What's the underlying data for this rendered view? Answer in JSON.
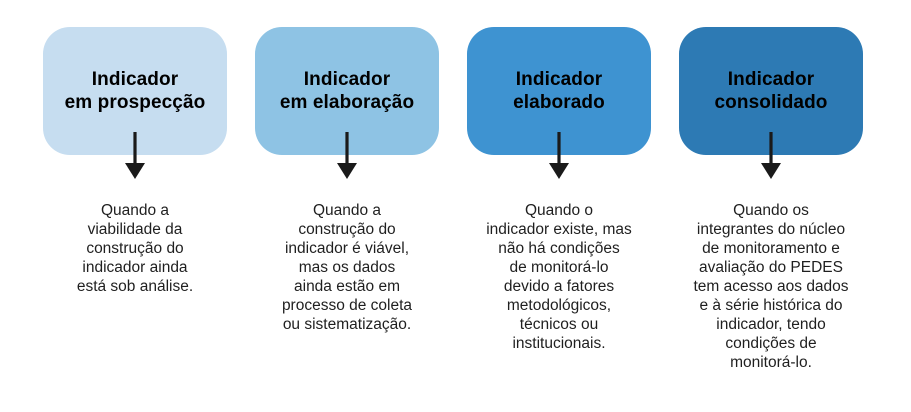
{
  "diagram": {
    "background_color": "#ffffff",
    "arrow_color": "#1a1a1a",
    "title_color": "#000000",
    "text_color": "#1f1f1f",
    "stages": [
      {
        "title": "Indicador\nem prospecção",
        "description": "Quando a\nviabilidade da\nconstrução do\nindicador ainda\nestá sob análise.",
        "box_color": "#c6ddf0"
      },
      {
        "title": "Indicador\nem elaboração",
        "description": "Quando a\nconstrução do\nindicador é viável,\nmas os dados\nainda estão em\nprocesso de coleta\nou sistematização.",
        "box_color": "#8ec3e4"
      },
      {
        "title": "Indicador\nelaborado",
        "description": "Quando o\nindicador existe, mas\nnão há condições\nde monitorá-lo\ndevido a fatores\nmetodológicos,\ntécnicos ou\ninstitucionais.",
        "box_color": "#3e93d1"
      },
      {
        "title": "Indicador\nconsolidado",
        "description": "Quando os\nintegrantes do núcleo\nde monitoramento e\navaliação do PEDES\ntem acesso aos dados\ne à série histórica do\nindicador, tendo\ncondições de\nmonitorá-lo.",
        "box_color": "#2d7ab4"
      }
    ]
  }
}
